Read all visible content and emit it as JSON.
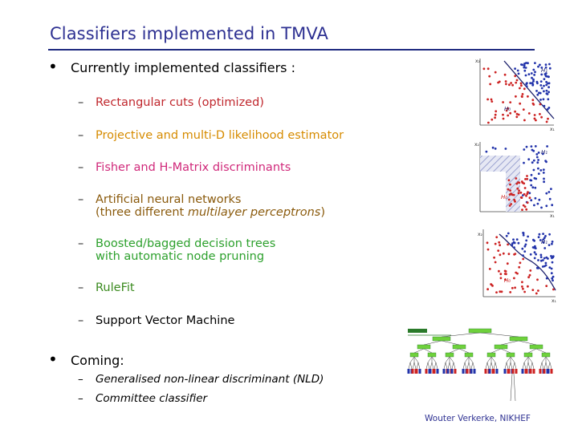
{
  "title": "Classifiers implemented in TMVA",
  "bullets": [
    {
      "marker": "•",
      "text": "Currently implemented classifiers :"
    },
    {
      "marker": "•",
      "text": "Coming:"
    }
  ],
  "classifiers": [
    {
      "dash": "–",
      "line1": "Rectangular cuts (optimized)"
    },
    {
      "dash": "–",
      "line1": "Projective and multi-D likelihood estimator"
    },
    {
      "dash": "–",
      "line1": "Fisher and H-Matrix discriminants"
    },
    {
      "dash": "–",
      "line1": "Artificial neural networks",
      "line2_pre": "(three different ",
      "line2_em": "multilayer perceptrons",
      "line2_post": ")"
    },
    {
      "dash": "–",
      "line1": "Boosted/bagged decision trees",
      "line2": "with automatic node pruning"
    },
    {
      "dash": "–",
      "line1": "RuleFit"
    },
    {
      "dash": "–",
      "line1": "Support Vector Machine"
    }
  ],
  "coming": [
    {
      "dash": "–",
      "text": "Generalised non-linear discriminant (NLD)"
    },
    {
      "dash": "–",
      "text": "Committee classifier"
    }
  ],
  "colors": {
    "title": "#2e3192",
    "signal": "#2233aa",
    "background": "#cc2222",
    "tree_green": "#6fd13c"
  },
  "plots": [
    {
      "x_label": "x₁",
      "y_label": "x₂",
      "signal_label": "H₁",
      "bg_label": "H₀"
    },
    {
      "x_label": "x₁",
      "y_label": "x₂",
      "signal_label": "H₁",
      "bg_label": "H₀"
    },
    {
      "x_label": "x₁",
      "y_label": "x₂",
      "signal_label": "H₁",
      "bg_label": "H₀"
    }
  ],
  "footer": "Wouter Verkerke, NIKHEF"
}
